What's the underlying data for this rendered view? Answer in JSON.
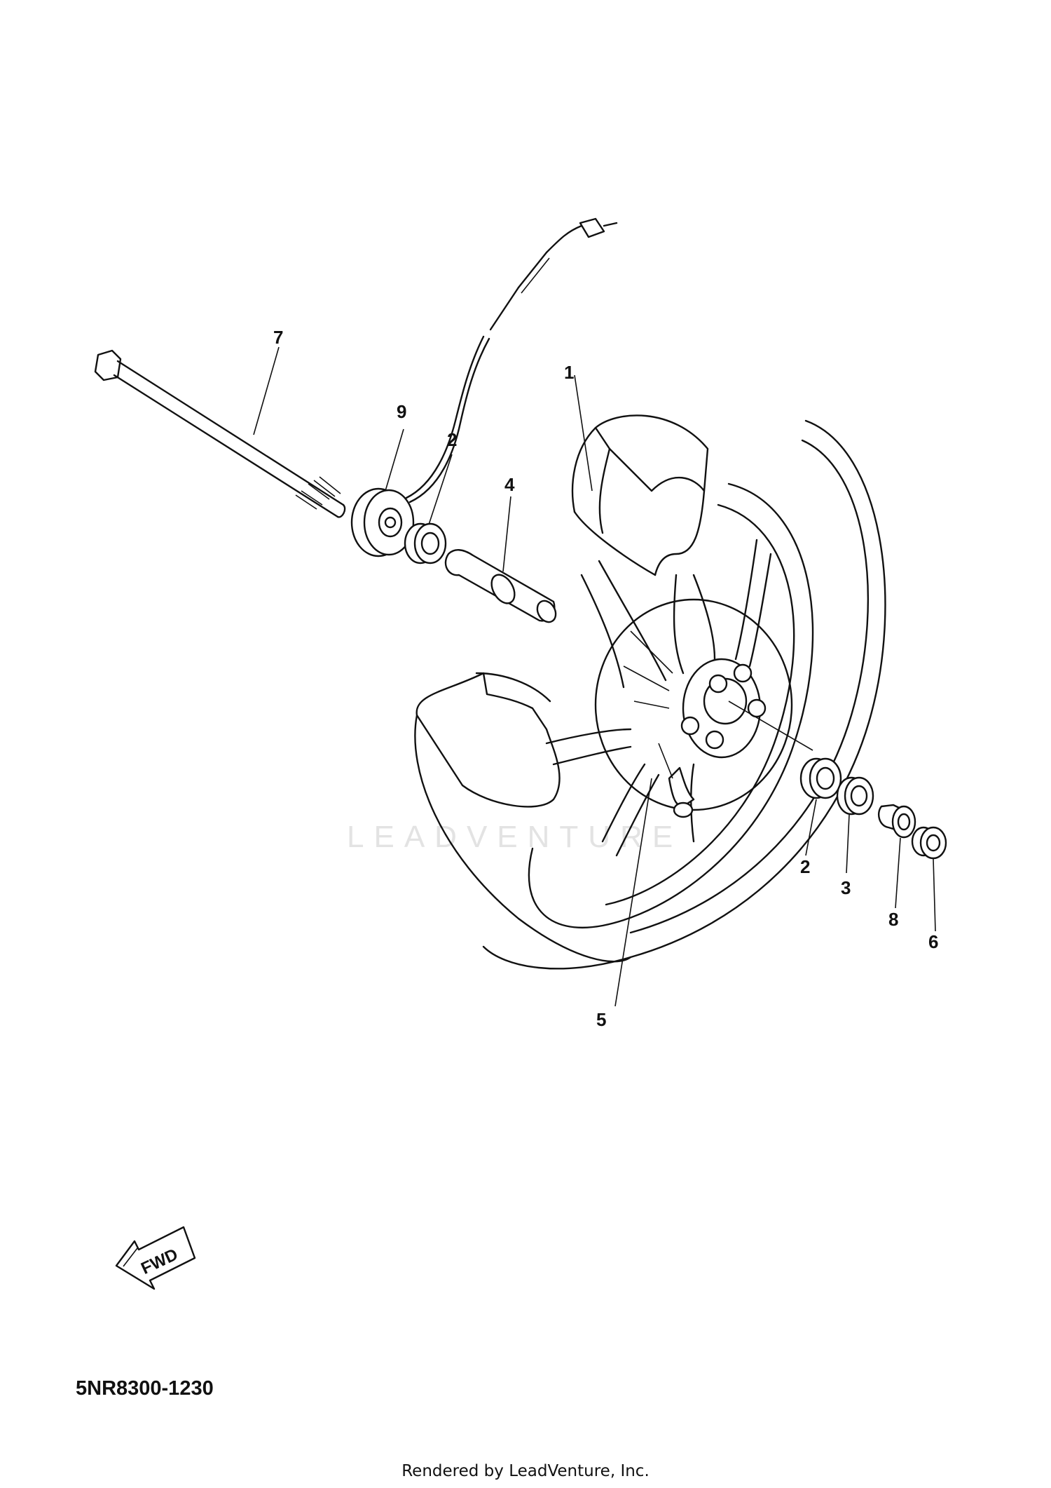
{
  "diagram": {
    "watermark": "LEADVENTURE",
    "fwd_label": "FWD",
    "diagram_code": "5NR8300-1230",
    "footer": "Rendered by LeadVenture, Inc.",
    "callouts": {
      "wheel": "1",
      "bearing_left": "2",
      "bearing_right": "2",
      "oil_seal": "3",
      "collar": "4",
      "valve": "5",
      "dust_seal": "6",
      "axle": "7",
      "spacer": "8",
      "gear_unit": "9"
    }
  }
}
